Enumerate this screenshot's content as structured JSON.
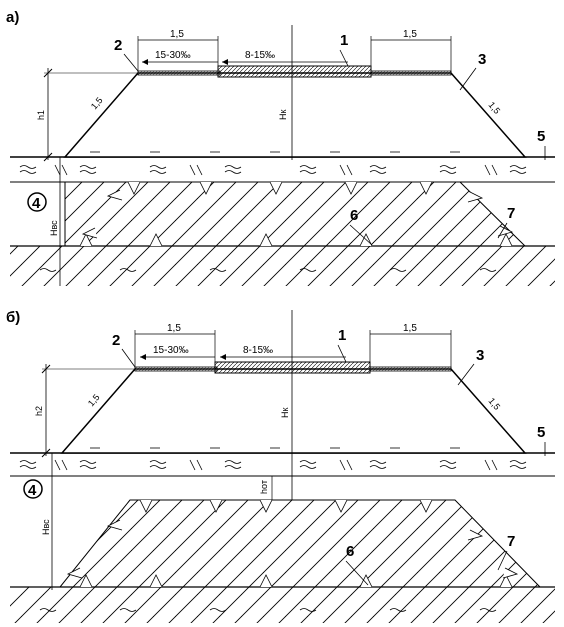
{
  "diagram_a": {
    "panel_label": "а)",
    "dim_left": "1,5",
    "dim_right": "1,5",
    "slope_shoulder": "15-30‰",
    "slope_road": "8-15‰",
    "slope_left": "1,5",
    "slope_right": "1,5",
    "height_label": "h1",
    "center_height": "Hк",
    "bottom_height": "Hвс",
    "callouts": [
      "1",
      "2",
      "3",
      "4",
      "5",
      "6",
      "7"
    ]
  },
  "diagram_b": {
    "panel_label": "б)",
    "dim_left": "1,5",
    "dim_right": "1,5",
    "slope_shoulder": "15-30‰",
    "slope_road": "8-15‰",
    "slope_left": "1,5",
    "slope_right": "1,5",
    "height_label": "h2",
    "center_height": "Hк",
    "gap_height": "hот",
    "bottom_height": "Hвс",
    "callouts": [
      "1",
      "2",
      "3",
      "4",
      "5",
      "6",
      "7"
    ]
  },
  "colors": {
    "line": "#000000",
    "background": "#ffffff"
  }
}
